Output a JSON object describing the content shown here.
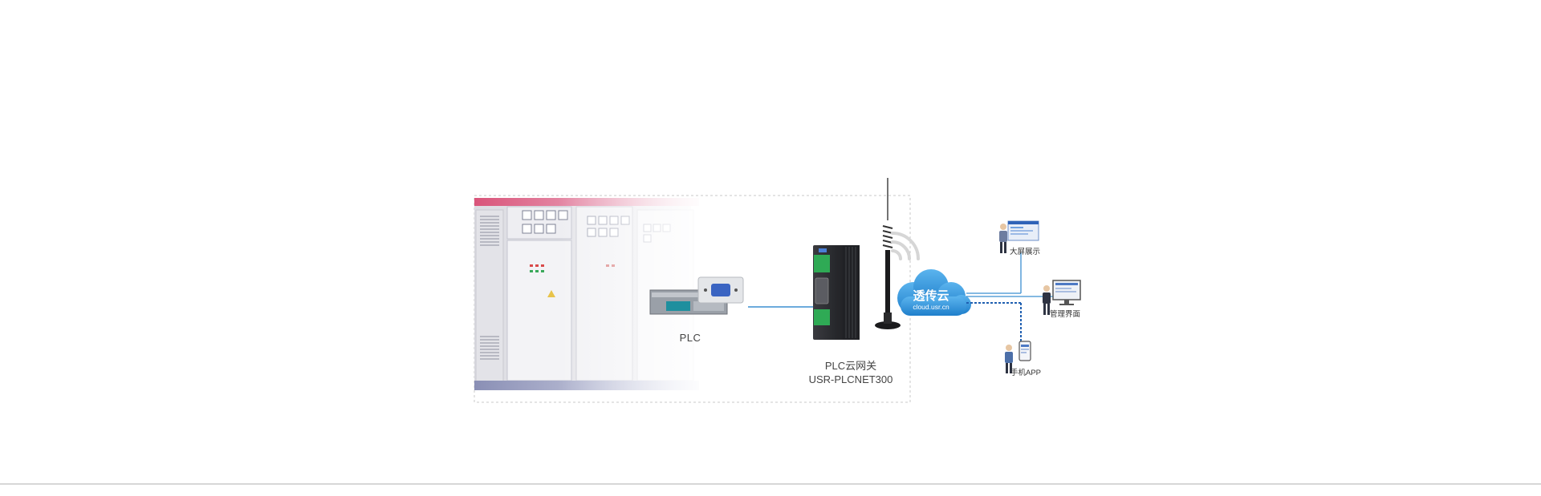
{
  "labels": {
    "plc": "PLC",
    "gateway_line1": "PLC云网关",
    "gateway_line2": "USR-PLCNET300",
    "cloud_name": "透传云",
    "cloud_url": "cloud.usr.cn",
    "big_screen": "大屏展示",
    "management": "管理界面",
    "mobile_app": "手机APP"
  },
  "colors": {
    "cloud": "#2a8fd6",
    "link_line": "#3b8fd1",
    "dashed_border": "#c9c9c9",
    "cabinet": "#e9e9ec",
    "cabinet_accent": "#d9547a",
    "gateway_body": "#2b2b2f",
    "terminal_green": "#2faa55"
  },
  "icons": {
    "cloud": "cloud-icon",
    "wifi": "wireless-signal-icon",
    "antenna": "antenna-icon",
    "person": "person-icon"
  }
}
